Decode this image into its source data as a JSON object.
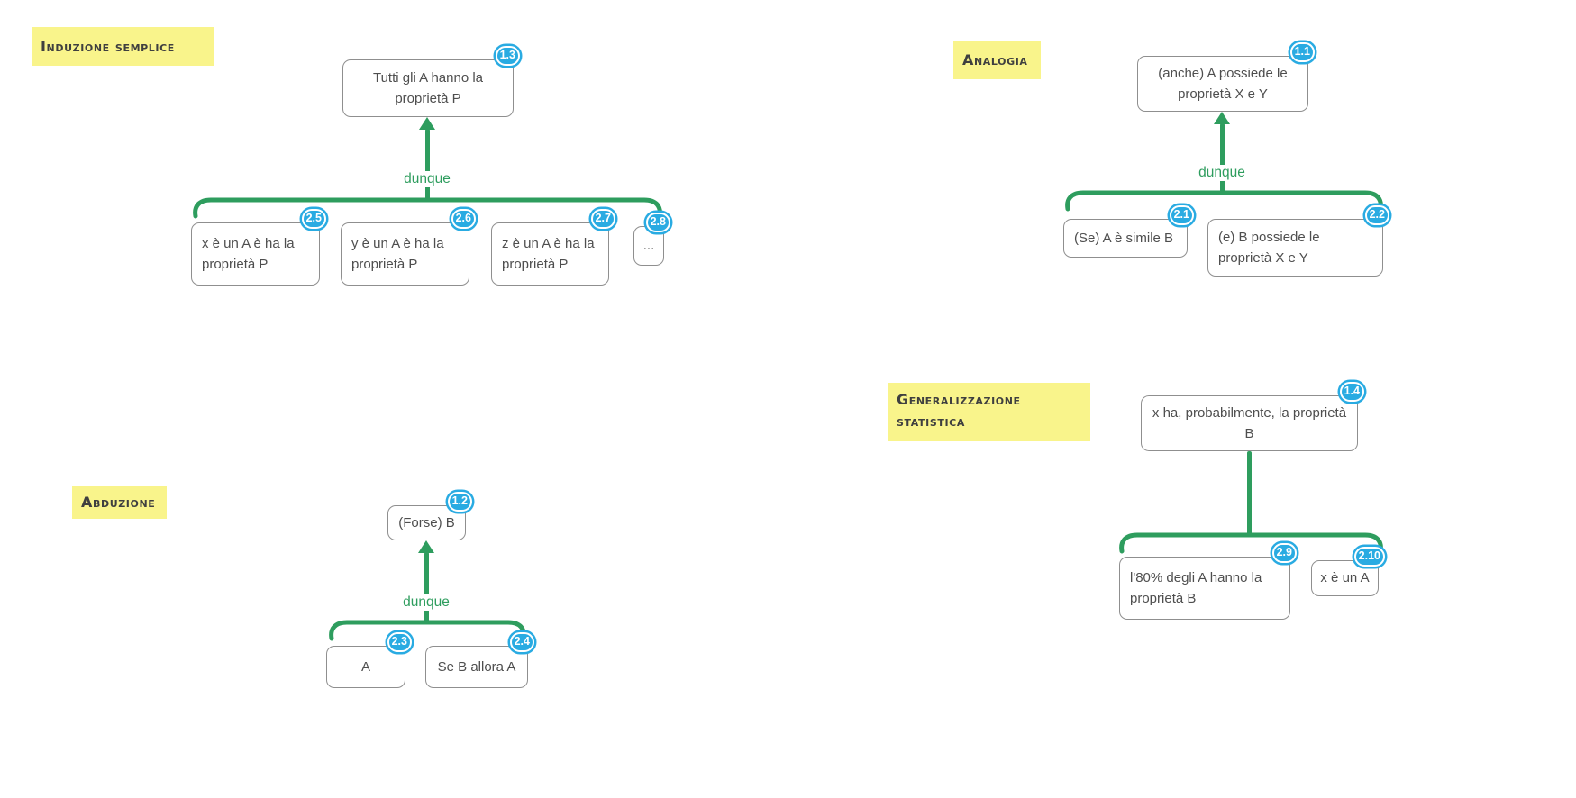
{
  "app": {
    "kind": "argument-map-whiteboard"
  },
  "colors": {
    "label_bg": "#f9f48b",
    "label_text": "#3f3f3f",
    "connector_green": "#2e9d5e",
    "badge_blue": "#29abe2",
    "node_border": "#8f8f8f",
    "node_text": "#4e4e4e",
    "background": "#ffffff"
  },
  "groups": [
    {
      "id": "induzione-semplice",
      "label": "Induzione semplice",
      "connector_label": "dunque",
      "conclusion": {
        "badge": "1.3",
        "text": "Tutti gli A hanno la proprietà P"
      },
      "premises": [
        {
          "badge": "2.5",
          "text": "x è un A è ha la proprietà P"
        },
        {
          "badge": "2.6",
          "text": "y è un A è ha la proprietà P"
        },
        {
          "badge": "2.7",
          "text": "z è un A è ha la proprietà P"
        },
        {
          "badge": "2.8",
          "text": "..."
        }
      ]
    },
    {
      "id": "analogia",
      "label": "Analogia",
      "connector_label": "dunque",
      "conclusion": {
        "badge": "1.1",
        "text": "(anche) A possiede le proprietà X e Y"
      },
      "premises": [
        {
          "badge": "2.1",
          "text": "(Se) A è simile B"
        },
        {
          "badge": "2.2",
          "text": "(e) B possiede le proprietà X e Y"
        }
      ]
    },
    {
      "id": "abduzione",
      "label": "Abduzione",
      "connector_label": "dunque",
      "conclusion": {
        "badge": "1.2",
        "text": "(Forse) B"
      },
      "premises": [
        {
          "badge": "2.3",
          "text": "A"
        },
        {
          "badge": "2.4",
          "text": "Se B allora A"
        }
      ]
    },
    {
      "id": "generalizzazione-statistica",
      "label": "Generalizzazione statistica",
      "connector_label": "",
      "conclusion": {
        "badge": "1.4",
        "text": "x ha, probabilmente, la proprietà B"
      },
      "premises": [
        {
          "badge": "2.9",
          "text": "l'80% degli A hanno la proprietà B"
        },
        {
          "badge": "2.10",
          "text": "x è un A"
        }
      ]
    }
  ]
}
